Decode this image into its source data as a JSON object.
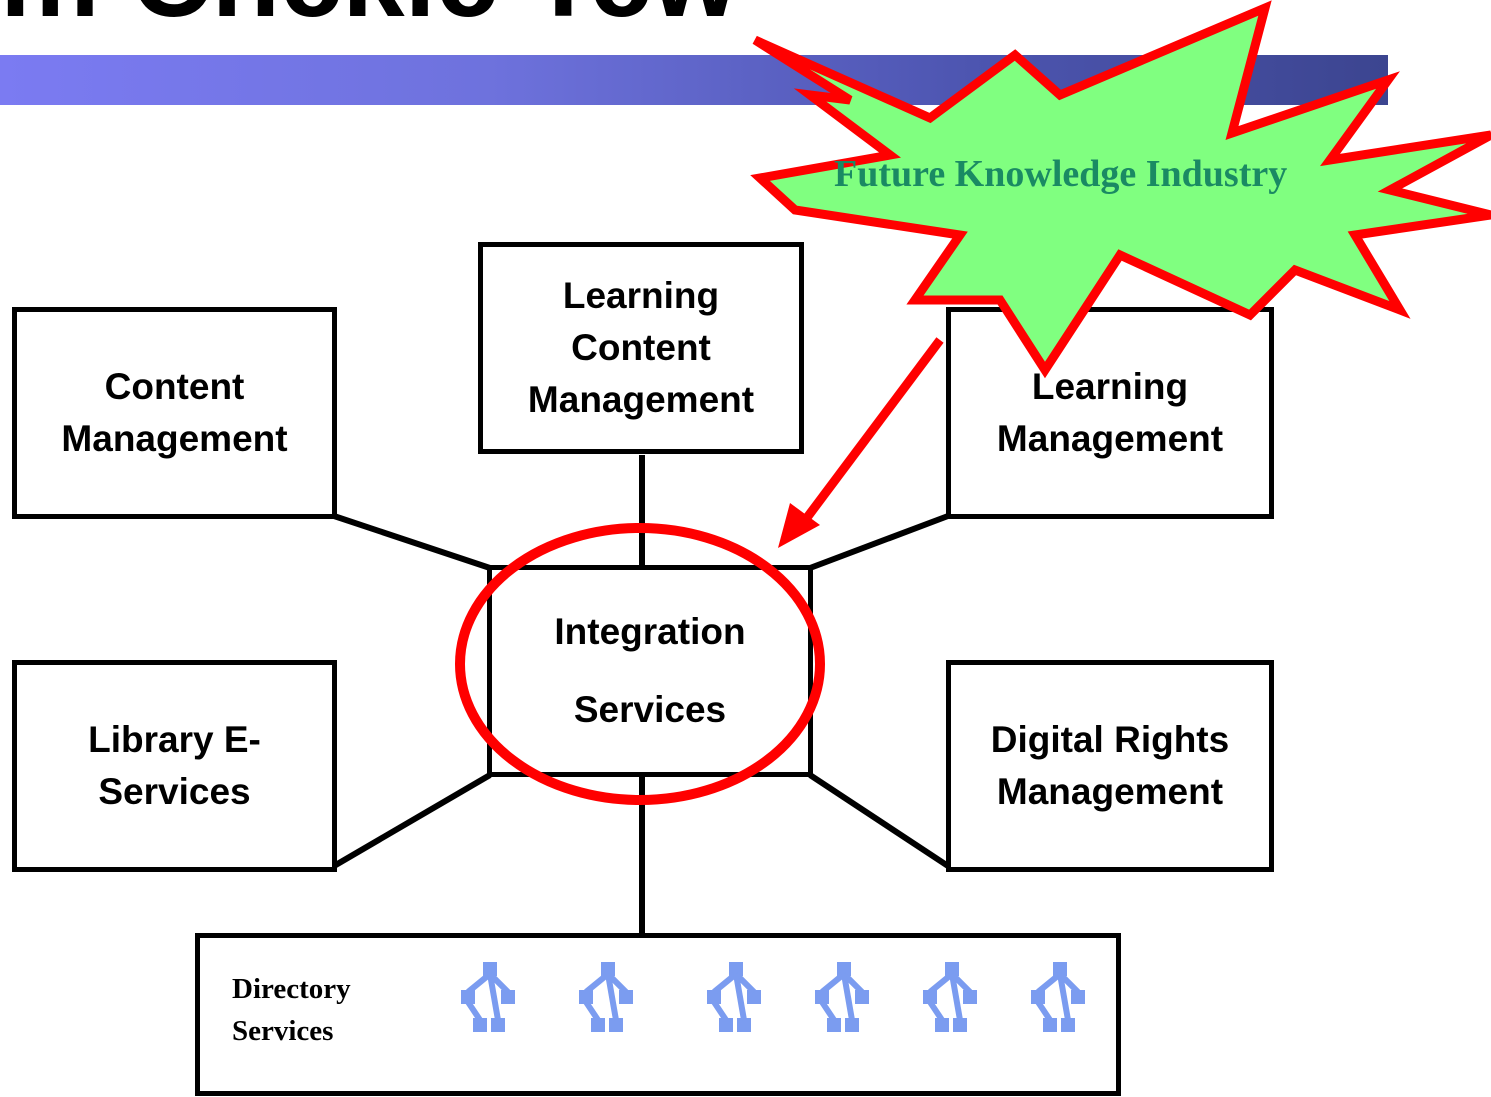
{
  "diagram": {
    "header_fragment": "m  Chcklc Tcw",
    "nodes": {
      "content_management": "Content\nManagement",
      "learning_content_management": "Learning\nContent\nManagement",
      "learning_management": "Learning\nManagement",
      "integration_services": "Integration\nServices",
      "library_e_services": "Library E-\nServices",
      "digital_rights_management": "Digital Rights\nManagement",
      "directory_services": "Directory\nServices"
    },
    "callout": {
      "text": "Future Knowledge Industry",
      "fill_color": "#80ff80",
      "stroke_color": "#ff0000",
      "text_color": "#1a8a63"
    },
    "directory_tree_icons": [
      "tree-icon",
      "tree-icon",
      "tree-icon",
      "tree-icon",
      "tree-icon",
      "tree-icon"
    ],
    "colors": {
      "title_bar_start": "#7b7bf2",
      "title_bar_end": "#3c4590",
      "tree_icon": "#7b9cf0",
      "highlight": "#ff0000"
    }
  }
}
